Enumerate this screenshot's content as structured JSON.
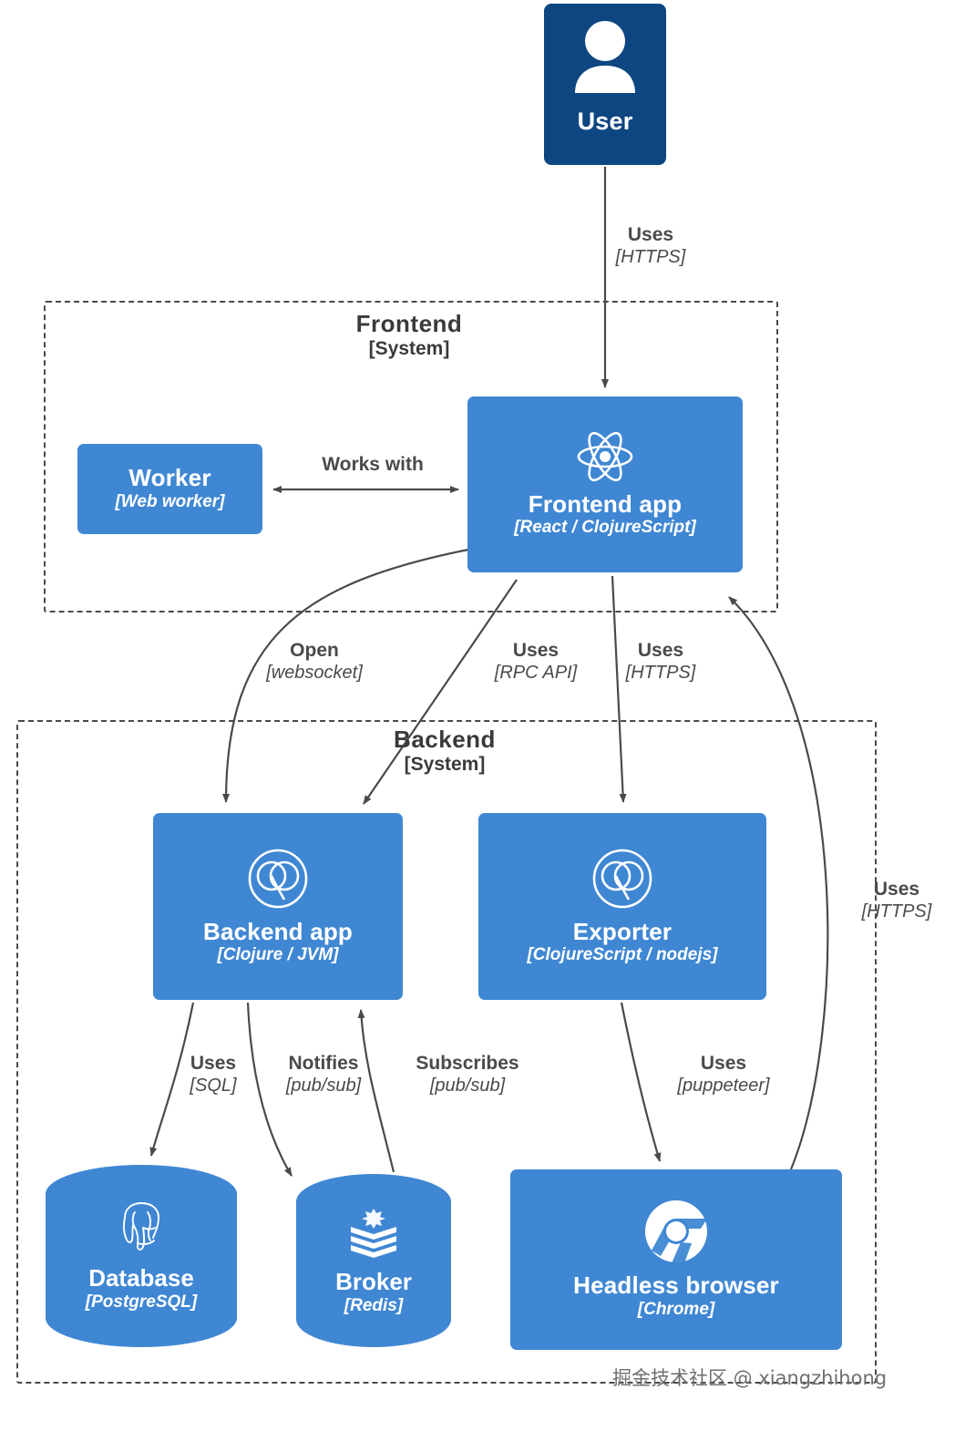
{
  "colors": {
    "person": "#0d4680",
    "box": "#3f87d3",
    "edge": "#4a4a4a",
    "boundary": "#4a4a4a",
    "canvas": "#ffffff",
    "label_text": "#4a4a4a",
    "node_text": "#ffffff"
  },
  "nodes": [
    {
      "id": "user",
      "title": "User",
      "tech": "",
      "shape": "person",
      "icon": "person-icon"
    },
    {
      "id": "worker",
      "title": "Worker",
      "tech": "[Web worker]",
      "shape": "rounded-rect",
      "icon": ""
    },
    {
      "id": "frontend-app",
      "title": "Frontend app",
      "tech": "[React / ClojureScript]",
      "shape": "rounded-rect",
      "icon": "react-icon"
    },
    {
      "id": "backend-app",
      "title": "Backend app",
      "tech": "[Clojure / JVM]",
      "shape": "rounded-rect",
      "icon": "clojure-icon"
    },
    {
      "id": "exporter",
      "title": "Exporter",
      "tech": "[ClojureScript / nodejs]",
      "shape": "rounded-rect",
      "icon": "clojure-icon"
    },
    {
      "id": "database",
      "title": "Database",
      "tech": "[PostgreSQL]",
      "shape": "cylinder",
      "icon": "postgresql-elephant-icon"
    },
    {
      "id": "broker",
      "title": "Broker",
      "tech": "[Redis]",
      "shape": "cylinder",
      "icon": "redis-icon"
    },
    {
      "id": "headless-browser",
      "title": "Headless browser",
      "tech": "[Chrome]",
      "shape": "rounded-rect",
      "icon": "chrome-icon"
    }
  ],
  "boundaries": [
    {
      "id": "frontend",
      "name": "Frontend",
      "type": "[System]"
    },
    {
      "id": "backend",
      "name": "Backend",
      "type": "[System]"
    }
  ],
  "edges": [
    {
      "id": "user-frontend",
      "from": "user",
      "to": "frontend-app",
      "rel": "Uses",
      "tech": "[HTTPS]"
    },
    {
      "id": "works-with",
      "from": "worker",
      "to": "frontend-app",
      "rel": "Works with",
      "tech": "",
      "bidirectional": true
    },
    {
      "id": "open-ws",
      "from": "frontend-app",
      "to": "backend-app",
      "rel": "Open",
      "tech": "[websocket]"
    },
    {
      "id": "uses-rpc",
      "from": "backend-app",
      "to": "frontend-app",
      "rel": "Uses",
      "tech": "[RPC API]"
    },
    {
      "id": "uses-https-2",
      "from": "frontend-app",
      "to": "exporter",
      "rel": "Uses",
      "tech": "[HTTPS]"
    },
    {
      "id": "uses-https-3",
      "from": "headless-browser",
      "to": "frontend-app",
      "rel": "Uses",
      "tech": "[HTTPS]"
    },
    {
      "id": "uses-sql",
      "from": "backend-app",
      "to": "database",
      "rel": "Uses",
      "tech": "[SQL]"
    },
    {
      "id": "notifies",
      "from": "backend-app",
      "to": "broker",
      "rel": "Notifies",
      "tech": "[pub/sub]"
    },
    {
      "id": "subscribes",
      "from": "broker",
      "to": "backend-app",
      "rel": "Subscribes",
      "tech": "[pub/sub]"
    },
    {
      "id": "uses-puppeteer",
      "from": "exporter",
      "to": "headless-browser",
      "rel": "Uses",
      "tech": "[puppeteer]"
    }
  ],
  "watermark": "掘金技术社区 @ xiangzhihong"
}
